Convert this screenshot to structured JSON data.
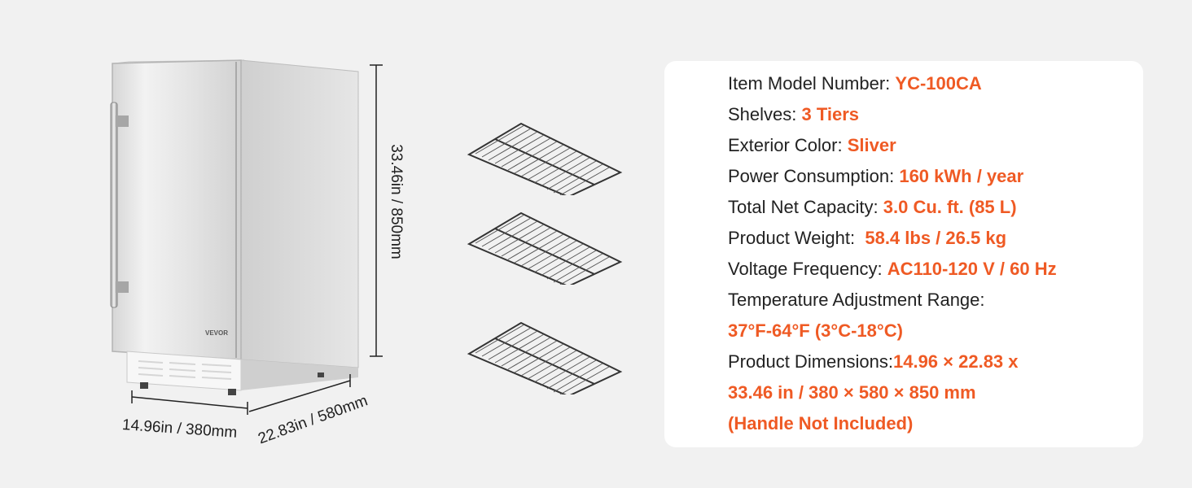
{
  "dimensions": {
    "height": "33.46in / 850mm",
    "width": "14.96in / 380mm",
    "depth": "22.83in / 580mm"
  },
  "brand": "VEVOR",
  "colors": {
    "accent": "#ef5a24",
    "text": "#222222",
    "background": "#f1f1f1",
    "card": "#ffffff"
  },
  "shelves_icon": "wire-shelf-icon",
  "specs": {
    "model": {
      "label": "Item Model Number: ",
      "value": "YC-100CA"
    },
    "shelves": {
      "label": "Shelves: ",
      "value": "3 Tiers"
    },
    "color": {
      "label": "Exterior Color: ",
      "value": "Sliver"
    },
    "power": {
      "label": "Power Consumption: ",
      "value": "160 kWh / year"
    },
    "capacity": {
      "label": "Total Net Capacity: ",
      "value": "3.0 Cu. ft. (85 L)"
    },
    "weight": {
      "label": "Product Weight:  ",
      "value": "58.4 lbs / 26.5 kg"
    },
    "voltage": {
      "label": "Voltage Frequency: ",
      "value": "AC110-120 V / 60 Hz"
    },
    "temperature": {
      "label": "Temperature Adjustment Range:",
      "value": "37°F-64°F (3°C-18°C)"
    },
    "dimensions": {
      "label": "Product Dimensions:",
      "value_line1": "14.96 × 22.83 x",
      "value_line2": "33.46 in / 380 × 580 × 850 mm",
      "value_line3": "(Handle Not Included)"
    }
  }
}
